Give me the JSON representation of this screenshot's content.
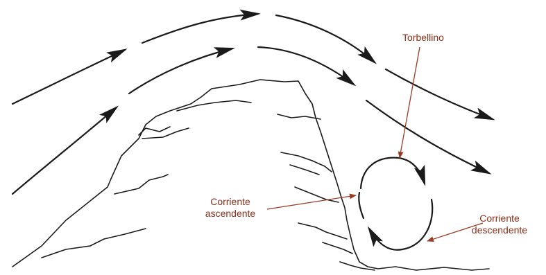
{
  "labels": {
    "vortex": "Torbellino",
    "updraft_line1": "Corriente",
    "updraft_line2": "ascendente",
    "downdraft_line1": "Corriente",
    "downdraft_line2": "descendente"
  },
  "colors": {
    "background": "#ffffff",
    "ink": "#1a1a1a",
    "label": "#8b2e18",
    "leader": "#9a3a22"
  }
}
